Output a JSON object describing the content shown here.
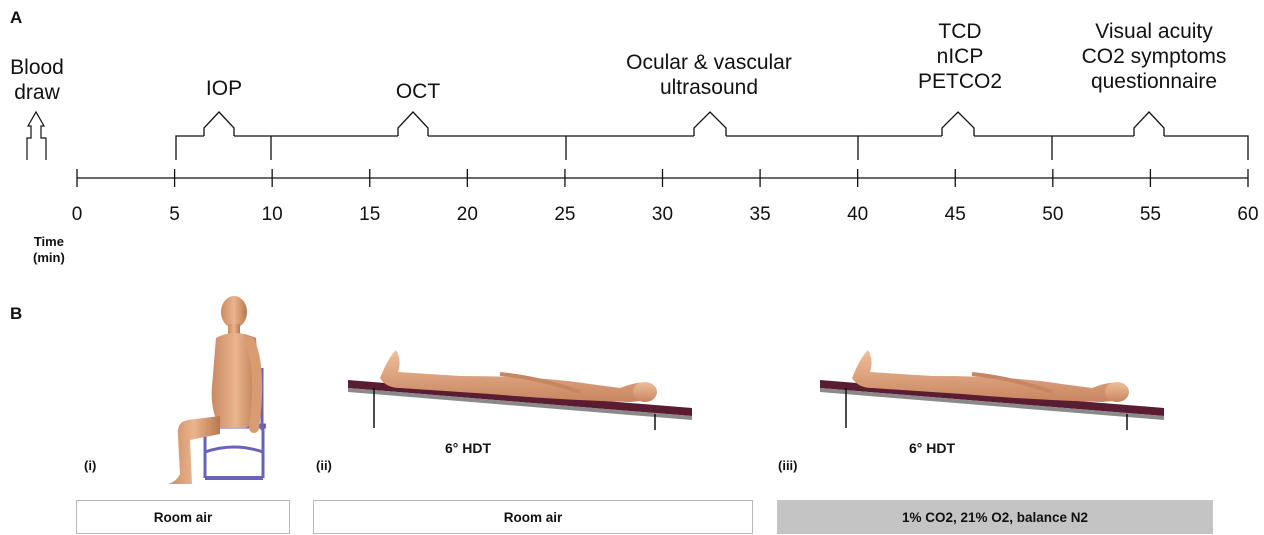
{
  "panel_a": {
    "label": "A",
    "timeline": {
      "ticks": [
        "0",
        "5",
        "10",
        "15",
        "20",
        "25",
        "30",
        "35",
        "40",
        "45",
        "50",
        "55",
        "60"
      ],
      "axis_title_line1": "Time",
      "axis_title_line2": "(min)"
    },
    "events": {
      "blood_draw": [
        "Blood",
        "draw"
      ],
      "iop": "IOP",
      "oct": "OCT",
      "ultrasound": [
        "Ocular & vascular",
        "ultrasound"
      ],
      "tcd": [
        "TCD",
        "nICP",
        "PETCO2"
      ],
      "visual": [
        "Visual acuity",
        "CO2 symptoms",
        "questionnaire"
      ]
    }
  },
  "panel_b": {
    "label": "B",
    "postures": [
      {
        "numeral": "(i)",
        "caption": ""
      },
      {
        "numeral": "(ii)",
        "caption": "6° HDT"
      },
      {
        "numeral": "(iii)",
        "caption": "6° HDT"
      }
    ],
    "conditions": [
      {
        "label": "Room air",
        "shaded": false
      },
      {
        "label": "Room air",
        "shaded": false
      },
      {
        "label": "1% CO2, 21% O2, balance N2",
        "shaded": true
      }
    ]
  },
  "colors": {
    "line": "#111111",
    "gas_box": "#c4c4c4",
    "tilt_board": "#5a1c32",
    "chair": "#6a62b8",
    "skin": "#e0a880"
  }
}
